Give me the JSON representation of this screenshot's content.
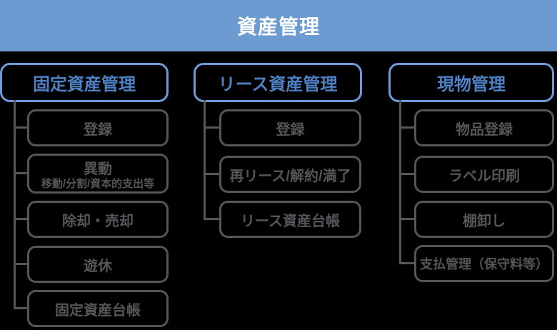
{
  "diagram": {
    "title": "資産管理",
    "columns": [
      {
        "id": "fixed-asset-management",
        "header": "固定資産管理",
        "items": [
          {
            "label": "登録"
          },
          {
            "label": "異動",
            "sublabel": "移動/分割/資本的支出等"
          },
          {
            "label": "除却・売却"
          },
          {
            "label": "遊休"
          },
          {
            "label": "固定資産台帳"
          }
        ]
      },
      {
        "id": "lease-asset-management",
        "header": "リース資産管理",
        "items": [
          {
            "label": "登録"
          },
          {
            "label": "再リース/解約/満了"
          },
          {
            "label": "リース資産台帳"
          }
        ]
      },
      {
        "id": "physical-management",
        "header": "現物管理",
        "items": [
          {
            "label": "物品登録"
          },
          {
            "label": "ラベル印刷"
          },
          {
            "label": "棚卸し"
          },
          {
            "label": "支払管理（保守料等）"
          }
        ]
      }
    ]
  },
  "colors": {
    "background": "#000000",
    "banner_bg": "#6c9bd2",
    "banner_text": "#ffffff",
    "header_border": "#6f9ad8",
    "header_text": "#4e80c4",
    "item_border": "#54565a",
    "item_text": "#54565a",
    "connector": "#54565a"
  }
}
